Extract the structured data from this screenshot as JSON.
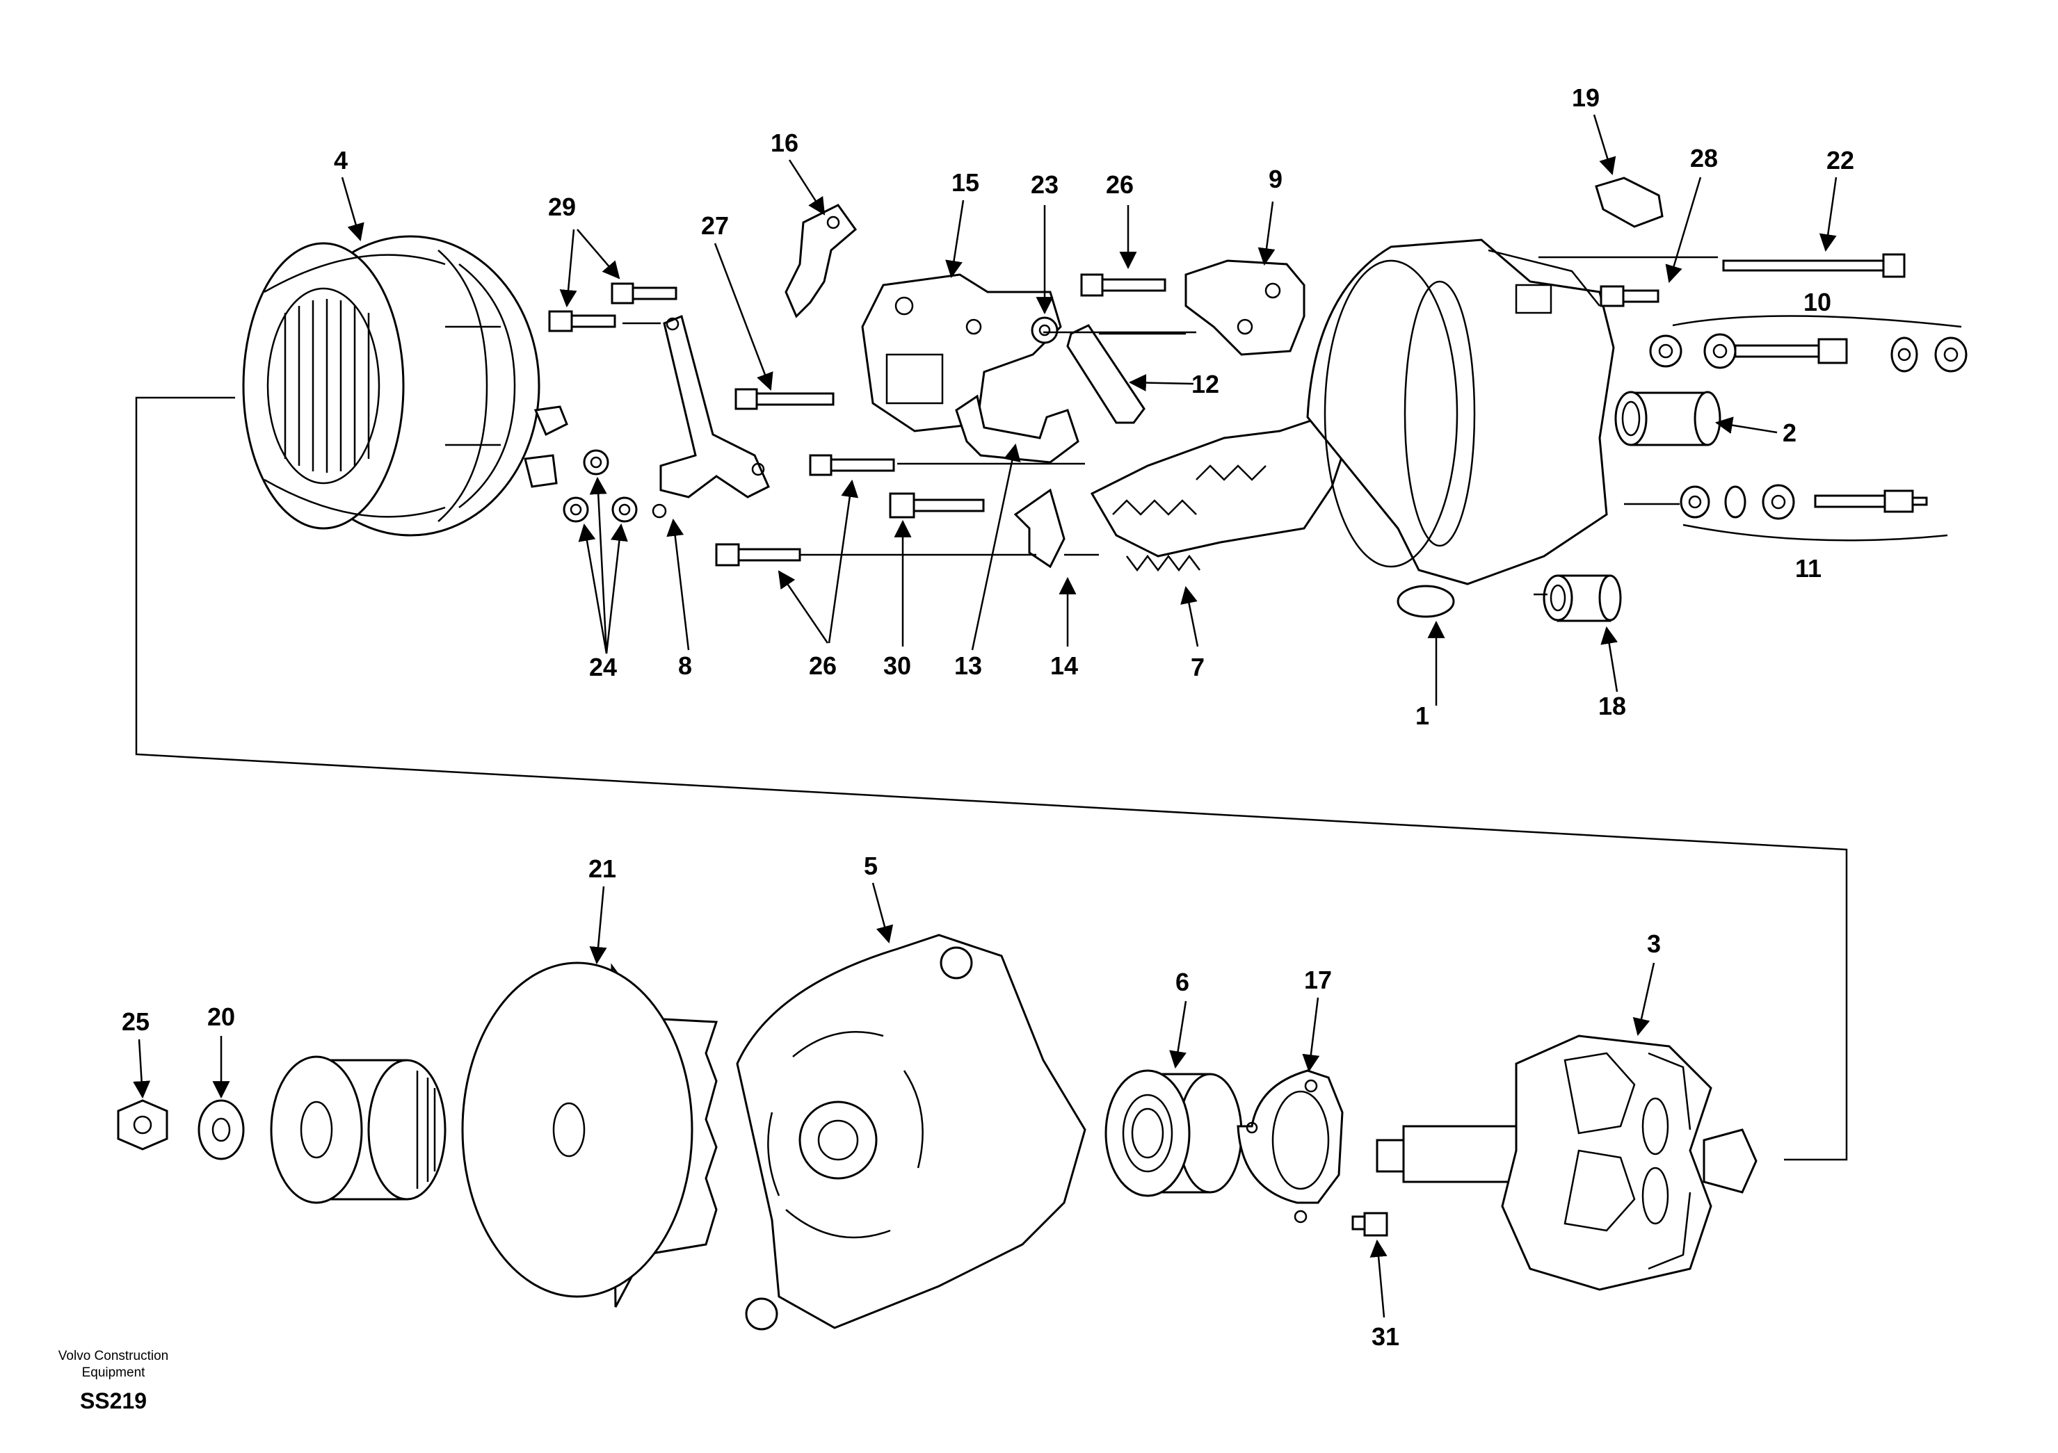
{
  "callouts": {
    "c1": "1",
    "c2": "2",
    "c3": "3",
    "c4": "4",
    "c5": "5",
    "c6": "6",
    "c7": "7",
    "c8": "8",
    "c9": "9",
    "c10": "10",
    "c11": "11",
    "c12": "12",
    "c13": "13",
    "c14": "14",
    "c15": "15",
    "c16": "16",
    "c17": "17",
    "c18": "18",
    "c19": "19",
    "c20": "20",
    "c21": "21",
    "c22": "22",
    "c23": "23",
    "c24": "24",
    "c25": "25",
    "c26a": "26",
    "c26b": "26",
    "c27": "27",
    "c28": "28",
    "c29": "29",
    "c30": "30",
    "c31": "31"
  },
  "footer": {
    "maker_line1": "Volvo Construction",
    "maker_line2": "Equipment",
    "code": "SS219"
  }
}
